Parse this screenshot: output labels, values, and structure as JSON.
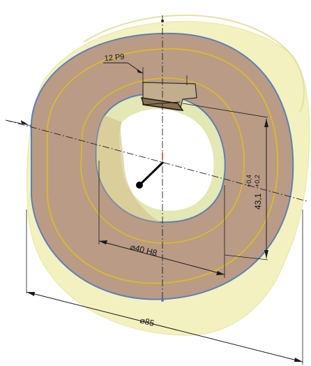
{
  "dimensions": {
    "keyway_width": "12 P9",
    "bore_diameter": "⌀40 H8",
    "outer_diameter": "⌀85",
    "keyway_depth_base": "43,1",
    "keyway_depth_tol_upper": "+0,4",
    "keyway_depth_tol_lower": "+0,2"
  },
  "colors": {
    "face_front": "#b89a84",
    "face_rim": "#f2f0b8",
    "edge_yellow": "#d8b832",
    "edge_blue": "#5d7fb6",
    "bore_inner": "#e6ebb6",
    "dimension_line": "#1a1a1a"
  }
}
